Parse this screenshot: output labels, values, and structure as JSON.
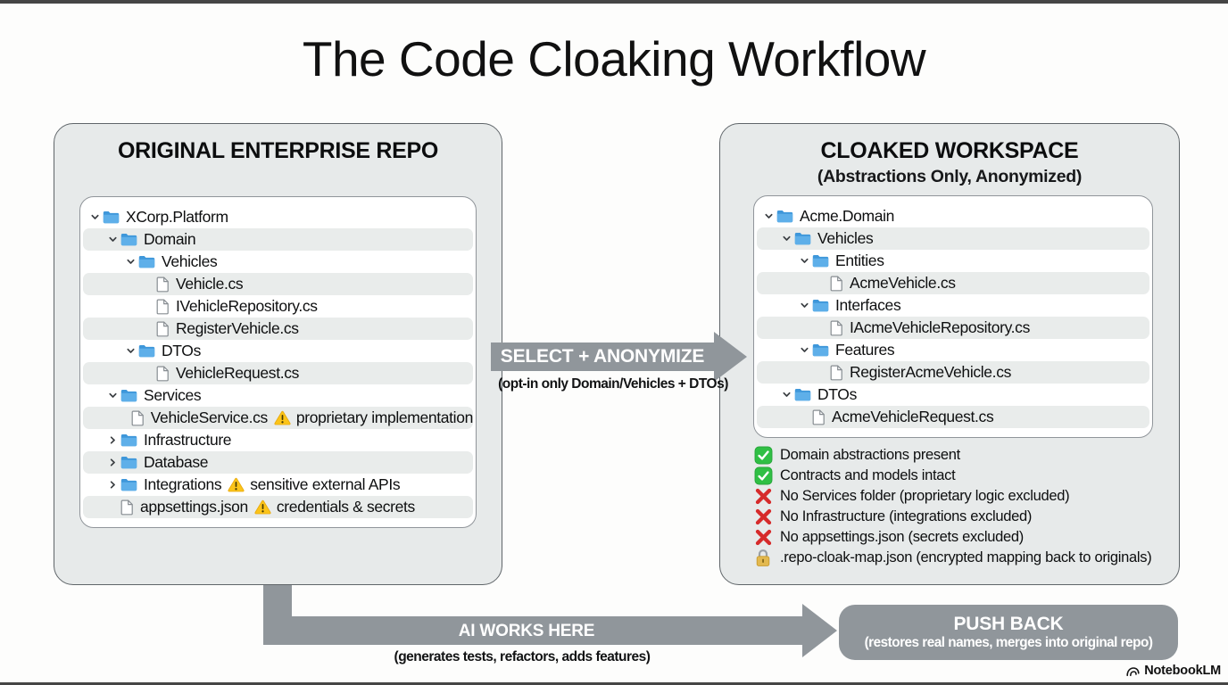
{
  "page": {
    "title": "The Code Cloaking Workflow",
    "watermark": "NotebookLM"
  },
  "left_panel": {
    "title": "ORIGINAL ENTERPRISE REPO",
    "tree": [
      {
        "label": "XCorp.Platform",
        "icon": "folder",
        "chevron": "down",
        "level": 0
      },
      {
        "label": "Domain",
        "icon": "folder",
        "chevron": "down",
        "level": 1
      },
      {
        "label": "Vehicles",
        "icon": "folder",
        "chevron": "down",
        "level": 2
      },
      {
        "label": "Vehicle.cs",
        "icon": "file",
        "level": 3
      },
      {
        "label": "IVehicleRepository.cs",
        "icon": "file",
        "level": 3
      },
      {
        "label": "RegisterVehicle.cs",
        "icon": "file",
        "level": 3
      },
      {
        "label": "DTOs",
        "icon": "folder",
        "chevron": "down",
        "level": 2
      },
      {
        "label": "VehicleRequest.cs",
        "icon": "file",
        "level": 3
      },
      {
        "label": "Services",
        "icon": "folder",
        "chevron": "down",
        "level": 1
      },
      {
        "label": "VehicleService.cs",
        "icon": "file",
        "level": 2,
        "warning": "proprietary implementation"
      },
      {
        "label": "Infrastructure",
        "icon": "folder",
        "chevron": "right",
        "level": 1
      },
      {
        "label": "Database",
        "icon": "folder",
        "chevron": "right",
        "level": 1
      },
      {
        "label": "Integrations",
        "icon": "folder",
        "chevron": "right",
        "level": 1,
        "warning": "sensitive external APIs"
      },
      {
        "label": "appsettings.json",
        "icon": "file",
        "level": 1,
        "warning": "credentials & secrets"
      }
    ]
  },
  "right_panel": {
    "title": "CLOAKED WORKSPACE",
    "subtitle": "(Abstractions Only, Anonymized)",
    "tree": [
      {
        "label": "Acme.Domain",
        "icon": "folder",
        "chevron": "down",
        "level": 0
      },
      {
        "label": "Vehicles",
        "icon": "folder",
        "chevron": "down",
        "level": 1
      },
      {
        "label": "Entities",
        "icon": "folder",
        "chevron": "down",
        "level": 2
      },
      {
        "label": "AcmeVehicle.cs",
        "icon": "file",
        "level": 3
      },
      {
        "label": "Interfaces",
        "icon": "folder",
        "chevron": "down",
        "level": 2
      },
      {
        "label": "IAcmeVehicleRepository.cs",
        "icon": "file",
        "level": 3
      },
      {
        "label": "Features",
        "icon": "folder",
        "chevron": "down",
        "level": 2
      },
      {
        "label": "RegisterAcmeVehicle.cs",
        "icon": "file",
        "level": 3
      },
      {
        "label": "DTOs",
        "icon": "folder",
        "chevron": "down",
        "level": 1
      },
      {
        "label": "AcmeVehicleRequest.cs",
        "icon": "file",
        "level": 2
      }
    ],
    "checklist": [
      {
        "icon": "check",
        "text": "Domain abstractions present"
      },
      {
        "icon": "check",
        "text": "Contracts and models intact"
      },
      {
        "icon": "cross",
        "text": "No Services folder (proprietary logic excluded)"
      },
      {
        "icon": "cross",
        "text": "No Infrastructure (integrations excluded)"
      },
      {
        "icon": "cross",
        "text": "No appsettings.json (secrets excluded)"
      },
      {
        "icon": "lock",
        "text": ".repo-cloak-map.json (encrypted mapping back to originals)"
      }
    ]
  },
  "arrows": {
    "select": {
      "label": "SELECT + ANONYMIZE",
      "note": "(opt-in only Domain/Vehicles + DTOs)"
    },
    "ai": {
      "label": "AI WORKS HERE",
      "note": "(generates tests, refactors, adds features)"
    },
    "push_back": {
      "label": "PUSH BACK",
      "note": "(restores real names, merges into original repo)"
    }
  },
  "colors": {
    "panel_bg": "#e7eaea",
    "panel_border": "#5f6569",
    "tree_stripe": "#e9eceb",
    "arrow_gray": "#90969b",
    "folder_blue": "#4aa2e2",
    "warning_yellow": "#fbc419",
    "check_green": "#2fbf44",
    "cross_red": "#d62b2b",
    "lock_gold": "#e3b94f"
  }
}
